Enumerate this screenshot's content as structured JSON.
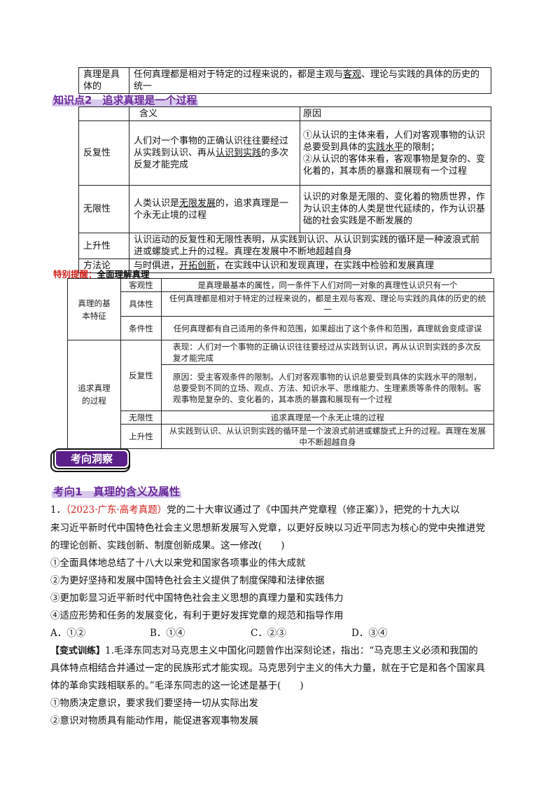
{
  "table_top": {
    "label": "真理是具体的",
    "content_pre": "任何真理都是相对于特定的过程来说的，都是主观与",
    "content_u": "客观",
    "content_post": "、理论与实践的具体的历史的统一"
  },
  "kp2": {
    "title": "知识点2　追求真理是一个过程"
  },
  "table1": {
    "head_meaning": "含义",
    "head_reason": "原因",
    "rows": {
      "repeat": {
        "name": "反复性",
        "meaning_pre": "人们对一个事物的正确认识往往要经过从实践到认识、再从",
        "meaning_u": "认识到实践",
        "meaning_post": "的多次反复才能完成",
        "reason1_pre": "①从认识的主体来看，人们对客观事物的认识总要受到具体的",
        "reason1_u": "实践水平",
        "reason1_post": "的限制；",
        "reason2": "②从认识的客体来看，客观事物是复杂的、变化着的，其本质的暴露和展现有一个过程"
      },
      "infinite": {
        "name": "无限性",
        "meaning_pre": "人类认识是",
        "meaning_u": "无限发展",
        "meaning_post": "的，追求真理是一个永无止境的过程",
        "reason": "认识的对象是无限的、变化着的物质世界，作为认识主体的人类是世代延续的，作为认识基础的社会实践是不断发展的"
      },
      "rising": {
        "name": "上升性",
        "text": "认识运动的反复性和无限性表明，从实践到认识、从认识到实践的循环是一种波浪式前进或螺旋式上升的过程。真理在发展中不断地超越自身"
      },
      "method": {
        "name": "方法论",
        "pre": "与时俱进，",
        "u": "开拓创新",
        "post": "，在实践中认识和发现真理，在实践中检验和发展真理"
      }
    }
  },
  "reminder": {
    "red": "特别提醒：",
    "black": "全面理解真理"
  },
  "table2": {
    "group1": "真理的基本特征",
    "group2": "追求真理的过程",
    "rows": [
      {
        "name": "客观性",
        "text": "是真理最基本的属性，同一条件下人们对同一对象的真理性认识只有一个"
      },
      {
        "name": "具体性",
        "text": "任何真理都是相对于特定的过程来说的，都是主观与客观、理论与实践的具体的历史的统一"
      },
      {
        "name": "条件性",
        "text": "任何真理都有自己适用的条件和范围，如果超出了这个条件和范围，真理就会变成谬误"
      },
      {
        "name": "反复性",
        "text_a": "表现：人们对一个事物的正确认识往往要经过从实践到认识，再从认识到实践的多次反复才能完成",
        "text_b": "原因：受主客观条件的限制。人们对客观事物的认识总要受到具体的实践水平的限制，总要受到不同的立场、观点、方法、知识水平、思维能力、生理素质等条件的限制。客观事物是复杂的、变化着的，其本质的暴露和展现有一个过程"
      },
      {
        "name": "无限性",
        "text": "追求真理是一个永无止境的过程"
      },
      {
        "name": "上升性",
        "text": "从实践到认识、从认识到实践的循环是一个波浪式前进或螺旋式上升的过程。真理在发展中不断超越自身"
      }
    ]
  },
  "badge": {
    "text": "考向洞察"
  },
  "direction1": {
    "title": "考向1　真理的含义及属性"
  },
  "q1": {
    "num": "1．",
    "source": "（2023·广东·高考真题）",
    "line1": "党的二十大审议通过了《中国共产党章程（修正案）》，把党的十九大以",
    "line2": "来习近平新时代中国特色社会主义思想新发展写入党章，以更好反映以习近平同志为核心的党中央推进党",
    "line3": "的理论创新、实践创新、制度创新成果。这一修改(　　)",
    "opt1": "①全面具体地总结了十八大以来党和国家各项事业的伟大成就",
    "opt2": "②为更好坚持和发展中国特色社会主义提供了制度保障和法律依据",
    "opt3": "③更加彰显习近平新时代中国特色社会主义思想的真理力量和实践伟力",
    "opt4": "④适应形势和任务的发展变化，有利于更好发挥党章的规范和指导作用",
    "A": "A．①②",
    "B": "B．①④",
    "C": "C．②③",
    "D": "D．③④"
  },
  "variant": {
    "tag": "【变式训练】",
    "line1": "1.毛泽东同志对马克思主义中国化问题曾作出深刻论述，指出：“马克思主义必须和我国的",
    "line2": "具体特点相结合并通过一定的民族形式才能实现。马克思列宁主义的伟大力量，就在于它是和各个国家具",
    "line3": "体的革命实践相联系的。”毛泽东同志的这一论述是基于(　　)",
    "opt1": "①物质决定意识，要求我们要坚持一切从实际出发",
    "opt2": "②意识对物质具有能动作用，能促进客观事物发展"
  }
}
